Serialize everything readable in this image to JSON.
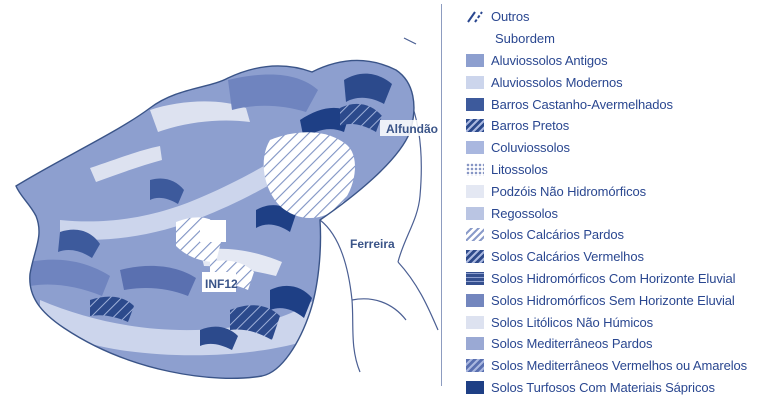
{
  "map": {
    "places": [
      {
        "name": "Alfundão"
      },
      {
        "name": "Ferreira"
      },
      {
        "name": "INF12"
      }
    ]
  },
  "legend": {
    "others_label": "Outros",
    "header": "Subordem",
    "items": [
      {
        "label": "Aluviossolos Antigos",
        "color": "#8d9fcf",
        "pattern": "solid"
      },
      {
        "label": "Aluviossolos Modernos",
        "color": "#ccd5ec",
        "pattern": "solid"
      },
      {
        "label": "Barros Castanho-Avermelhados",
        "color": "#3d5a9c",
        "pattern": "solid"
      },
      {
        "label": "Barros Pretos",
        "color": "#2c4a8c",
        "pattern": "hatch"
      },
      {
        "label": "Coluviossolos",
        "color": "#a9b7df",
        "pattern": "solid"
      },
      {
        "label": "Litossolos",
        "color": "#8796c4",
        "pattern": "dots"
      },
      {
        "label": "Podzóis Não Hidromórficos",
        "color": "#e4e8f3",
        "pattern": "solid"
      },
      {
        "label": "Regossolos",
        "color": "#bac5e3",
        "pattern": "solid"
      },
      {
        "label": "Solos Calcários Pardos",
        "color": "#8b9cca",
        "pattern": "hatch-light"
      },
      {
        "label": "Solos Calcários Vermelhos",
        "color": "#2e4a8a",
        "pattern": "hatch"
      },
      {
        "label": "Solos Hidromórficos Com Horizonte Eluvial",
        "color": "#35508f",
        "pattern": "striped"
      },
      {
        "label": "Solos Hidromórficos Sem Horizonte Eluvial",
        "color": "#7386be",
        "pattern": "solid"
      },
      {
        "label": "Solos Litólicos Não Húmicos",
        "color": "#dde2f0",
        "pattern": "solid"
      },
      {
        "label": "Solos Mediterrâneos Pardos",
        "color": "#9aa9d4",
        "pattern": "solid"
      },
      {
        "label": "Solos Mediterrâneos Vermelhos ou Amarelos",
        "color": "#5a70b0",
        "pattern": "hatch"
      },
      {
        "label": "Solos Turfosos Com Materiais Sápricos",
        "color": "#1e3f85",
        "pattern": "solid"
      }
    ]
  }
}
